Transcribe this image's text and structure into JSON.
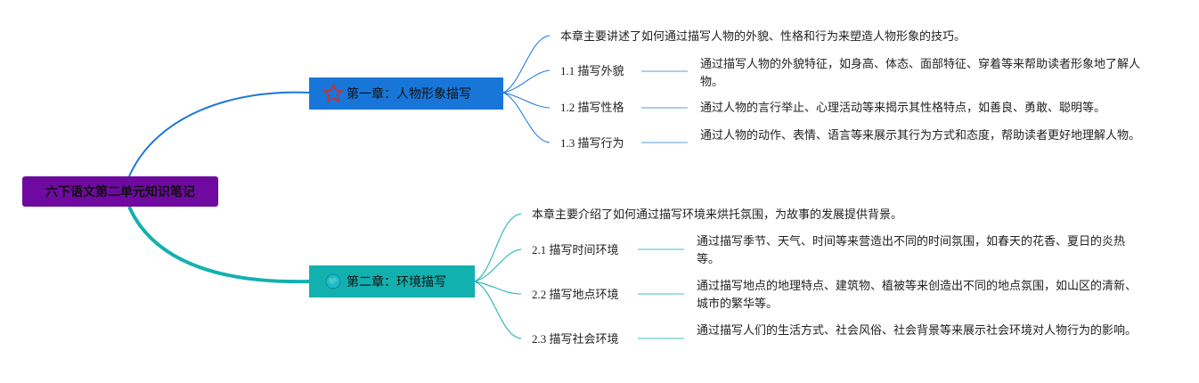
{
  "root": {
    "label": "六下语文第二单元知识笔记"
  },
  "chapters": [
    {
      "label": "第一章：人物形象描写",
      "icon": "star-icon",
      "color": "#1776d8",
      "summary": "本章主要讲述了如何通过描写人物的外貌、性格和行为来塑造人物形象的技巧。",
      "sections": [
        {
          "title": "1.1 描写外貌",
          "description": "通过描写人物的外貌特征，如身高、体态、面部特征、穿着等来帮助读者形象地了解人物。"
        },
        {
          "title": "1.2 描写性格",
          "description": "通过人物的言行举止、心理活动等来揭示其性格特点，如善良、勇敢、聪明等。"
        },
        {
          "title": "1.3 描写行为",
          "description": "通过人物的动作、表情、语言等来展示其行为方式和态度，帮助读者更好地理解人物。"
        }
      ]
    },
    {
      "label": "第二章：环境描写",
      "icon": "globe-icon",
      "color": "#13b0b0",
      "summary": "本章主要介绍了如何通过描写环境来烘托氛围，为故事的发展提供背景。",
      "sections": [
        {
          "title": "2.1 描写时间环境",
          "description": "通过描写季节、天气、时间等来营造出不同的时间氛围，如春天的花香、夏日的炎热等。"
        },
        {
          "title": "2.2 描写地点环境",
          "description": "通过描写地点的地理特点、建筑物、植被等来创造出不同的地点氛围，如山区的清新、城市的繁华等。"
        },
        {
          "title": "2.3 描写社会环境",
          "description": "通过描写人们的生活方式、社会风俗、社会背景等来展示社会环境对人物行为的影响。"
        }
      ]
    }
  ]
}
